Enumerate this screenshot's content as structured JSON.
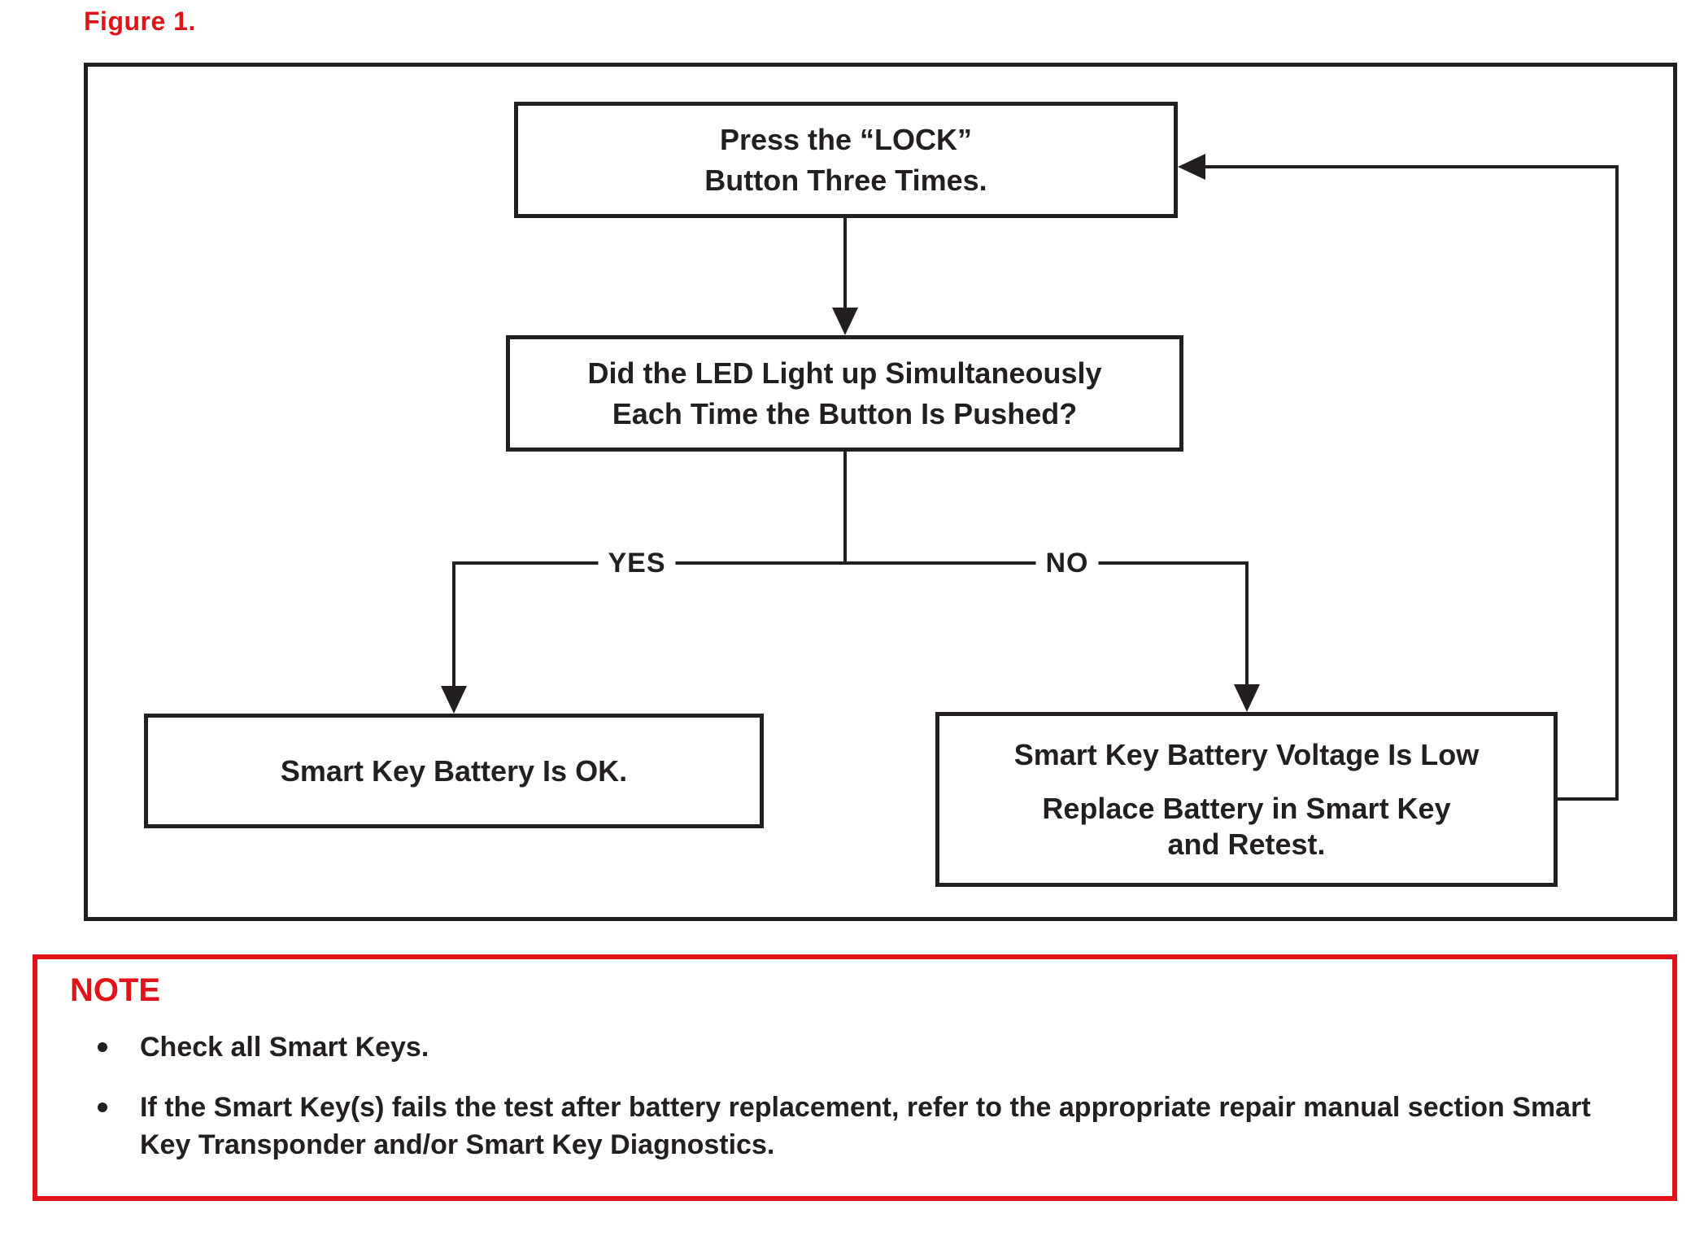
{
  "figure_label": "Figure 1.",
  "flowchart": {
    "box_press_lock": {
      "line1": "Press the “LOCK”",
      "line2": "Button Three Times."
    },
    "box_led_question": {
      "line1": "Did the LED Light up Simultaneously",
      "line2": "Each Time the Button Is Pushed?"
    },
    "label_yes": "YES",
    "label_no": "NO",
    "box_battery_ok": {
      "line1": "Smart Key Battery Is OK."
    },
    "box_battery_low": {
      "line1": "Smart Key Battery Voltage Is Low",
      "line2": "Replace Battery in Smart Key",
      "line3": "and Retest."
    }
  },
  "note": {
    "title": "NOTE",
    "bullets": [
      "Check all Smart Keys.",
      "If the Smart Key(s) fails the test after battery replacement, refer to the appropriate repair manual section Smart Key Transponder and/or Smart Key Diagnostics."
    ]
  },
  "colors": {
    "accent_red": "#e01418",
    "line_black": "#231f20"
  }
}
